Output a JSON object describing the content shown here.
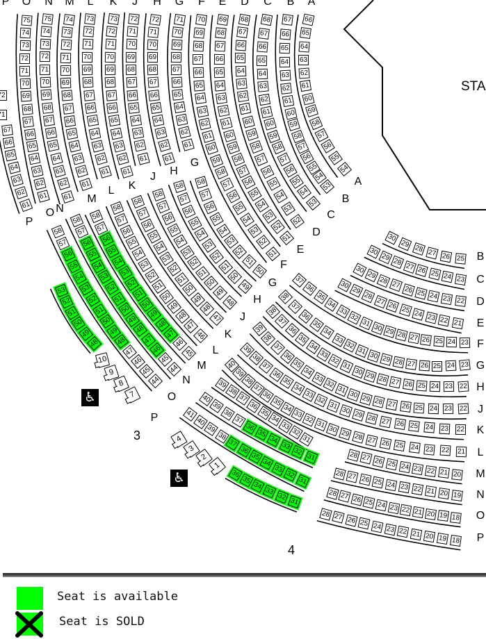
{
  "stage_label": "STA",
  "section_numbers": {
    "left": "3",
    "right": "4"
  },
  "legend": {
    "available_label": "Seat is available",
    "sold_label": "Seat is SOLD"
  },
  "colors": {
    "available": "#00ff00",
    "sold_mark": "#000000"
  },
  "icons": {
    "accessible": "wheelchair-icon"
  },
  "row_labels": {
    "top": [
      "P",
      "O",
      "N",
      "M",
      "L",
      "K",
      "J",
      "H",
      "G",
      "F",
      "E",
      "D",
      "C",
      "B",
      "A"
    ],
    "middle": [
      "P",
      "O",
      "N",
      "M",
      "L",
      "K",
      "J",
      "H",
      "G"
    ],
    "diagonal": [
      "A",
      "B",
      "C",
      "D",
      "E",
      "F",
      "G",
      "H",
      "J",
      "K",
      "L",
      "M",
      "N",
      "O",
      "P"
    ],
    "right": [
      "B",
      "C",
      "D",
      "E",
      "F",
      "G",
      "H",
      "J",
      "K",
      "L",
      "M",
      "N",
      "O",
      "P"
    ]
  },
  "blocks": [
    {
      "id": "u-P-partial",
      "row": "P",
      "first": 72,
      "last": 71,
      "available": []
    },
    {
      "id": "u-P",
      "row": "P",
      "first": 67,
      "last": 61,
      "available": []
    },
    {
      "id": "u-O",
      "row": "O",
      "first": 75,
      "last": 61,
      "available": []
    },
    {
      "id": "u-N",
      "row": "N",
      "first": 75,
      "last": 61,
      "available": []
    },
    {
      "id": "u-M",
      "row": "M",
      "first": 74,
      "last": 61,
      "available": []
    },
    {
      "id": "u-L",
      "row": "L",
      "first": 73,
      "last": 61,
      "available": []
    },
    {
      "id": "u-K",
      "row": "K",
      "first": 73,
      "last": 61,
      "available": []
    },
    {
      "id": "u-J",
      "row": "J",
      "first": 72,
      "last": 61,
      "available": []
    },
    {
      "id": "u-H",
      "row": "H",
      "first": 72,
      "last": 61,
      "available": []
    },
    {
      "id": "u-G",
      "row": "G",
      "first": 71,
      "last": 61,
      "available": []
    },
    {
      "id": "u-F",
      "row": "F",
      "first": 70,
      "last": 51,
      "available": []
    },
    {
      "id": "u-E",
      "row": "E",
      "first": 69,
      "last": 51,
      "available": []
    },
    {
      "id": "u-D",
      "row": "D",
      "first": 68,
      "last": 52,
      "available": []
    },
    {
      "id": "u-C",
      "row": "C",
      "first": 68,
      "last": 53,
      "available": []
    },
    {
      "id": "u-B",
      "row": "B",
      "first": 67,
      "last": 53,
      "available": []
    },
    {
      "id": "u-A",
      "row": "A",
      "first": 66,
      "last": 54,
      "available": []
    },
    {
      "id": "l-G",
      "row": "G",
      "first": 58,
      "last": 50,
      "available": []
    },
    {
      "id": "l-H",
      "row": "H",
      "first": 58,
      "last": 49,
      "available": []
    },
    {
      "id": "l-J",
      "row": "J",
      "first": 58,
      "last": 48,
      "available": []
    },
    {
      "id": "l-K",
      "row": "K",
      "first": 58,
      "last": 47,
      "available": []
    },
    {
      "id": "l-L",
      "row": "L",
      "first": 58,
      "last": 46,
      "available": []
    },
    {
      "id": "l-M",
      "row": "M",
      "first": 58,
      "last": 45,
      "available": [
        56,
        55,
        54,
        53,
        52,
        51,
        50,
        49,
        48,
        47
      ]
    },
    {
      "id": "l-N",
      "row": "N",
      "first": 58,
      "last": 44,
      "available": [
        56,
        55,
        54,
        53,
        52,
        51,
        50,
        49,
        48,
        47,
        46
      ]
    },
    {
      "id": "l-O",
      "row": "O",
      "first": 58,
      "last": 44,
      "available": [
        56,
        55,
        54,
        53,
        52,
        51,
        50,
        49,
        48
      ]
    },
    {
      "id": "l-P",
      "row": "P",
      "first": 53,
      "last": 48,
      "available": [
        53,
        52,
        51,
        50,
        49,
        48
      ]
    },
    {
      "id": "r-B",
      "row": "B",
      "first": 30,
      "last": 25,
      "available": []
    },
    {
      "id": "r-C",
      "row": "C",
      "first": 30,
      "last": 23,
      "available": []
    },
    {
      "id": "r-D",
      "row": "D",
      "first": 30,
      "last": 22,
      "available": []
    },
    {
      "id": "r-E",
      "row": "E",
      "first": 30,
      "last": 21,
      "available": []
    },
    {
      "id": "c-F",
      "row": "F",
      "first": 37,
      "last": 23,
      "available": []
    },
    {
      "id": "c-G",
      "row": "G",
      "first": 38,
      "last": 23,
      "available": []
    },
    {
      "id": "c-H",
      "row": "H",
      "first": 38,
      "last": 22,
      "available": []
    },
    {
      "id": "c-J",
      "row": "J",
      "first": 39,
      "last": 22,
      "available": []
    },
    {
      "id": "c-K",
      "row": "K",
      "first": 39,
      "last": 22,
      "available": []
    },
    {
      "id": "c-L",
      "row": "L",
      "first": 40,
      "last": 21,
      "available": []
    },
    {
      "id": "m-M",
      "row": "M",
      "first": 39,
      "last": 31,
      "available": []
    },
    {
      "id": "m-N",
      "row": "N",
      "first": 40,
      "last": 31,
      "available": [
        36,
        35,
        34,
        33,
        32,
        31
      ]
    },
    {
      "id": "m-O",
      "row": "O",
      "first": 41,
      "last": 31,
      "available": [
        37,
        36,
        35,
        34,
        33,
        32,
        31
      ]
    },
    {
      "id": "m-P",
      "row": "P",
      "first": 36,
      "last": 31,
      "available": [
        36,
        35,
        34,
        33,
        32,
        31
      ]
    },
    {
      "id": "r-M",
      "row": "M",
      "first": 28,
      "last": 20,
      "available": []
    },
    {
      "id": "r-N",
      "row": "N",
      "first": 28,
      "last": 19,
      "available": []
    },
    {
      "id": "r-O",
      "row": "O",
      "first": 28,
      "last": 18,
      "available": []
    },
    {
      "id": "r-P",
      "row": "P",
      "first": 28,
      "last": 18,
      "available": []
    }
  ],
  "wheelchair_spaces": [
    {
      "id": "w-left",
      "first": 10,
      "last": 7
    },
    {
      "id": "w-mid",
      "first": 4,
      "last": 1
    }
  ]
}
